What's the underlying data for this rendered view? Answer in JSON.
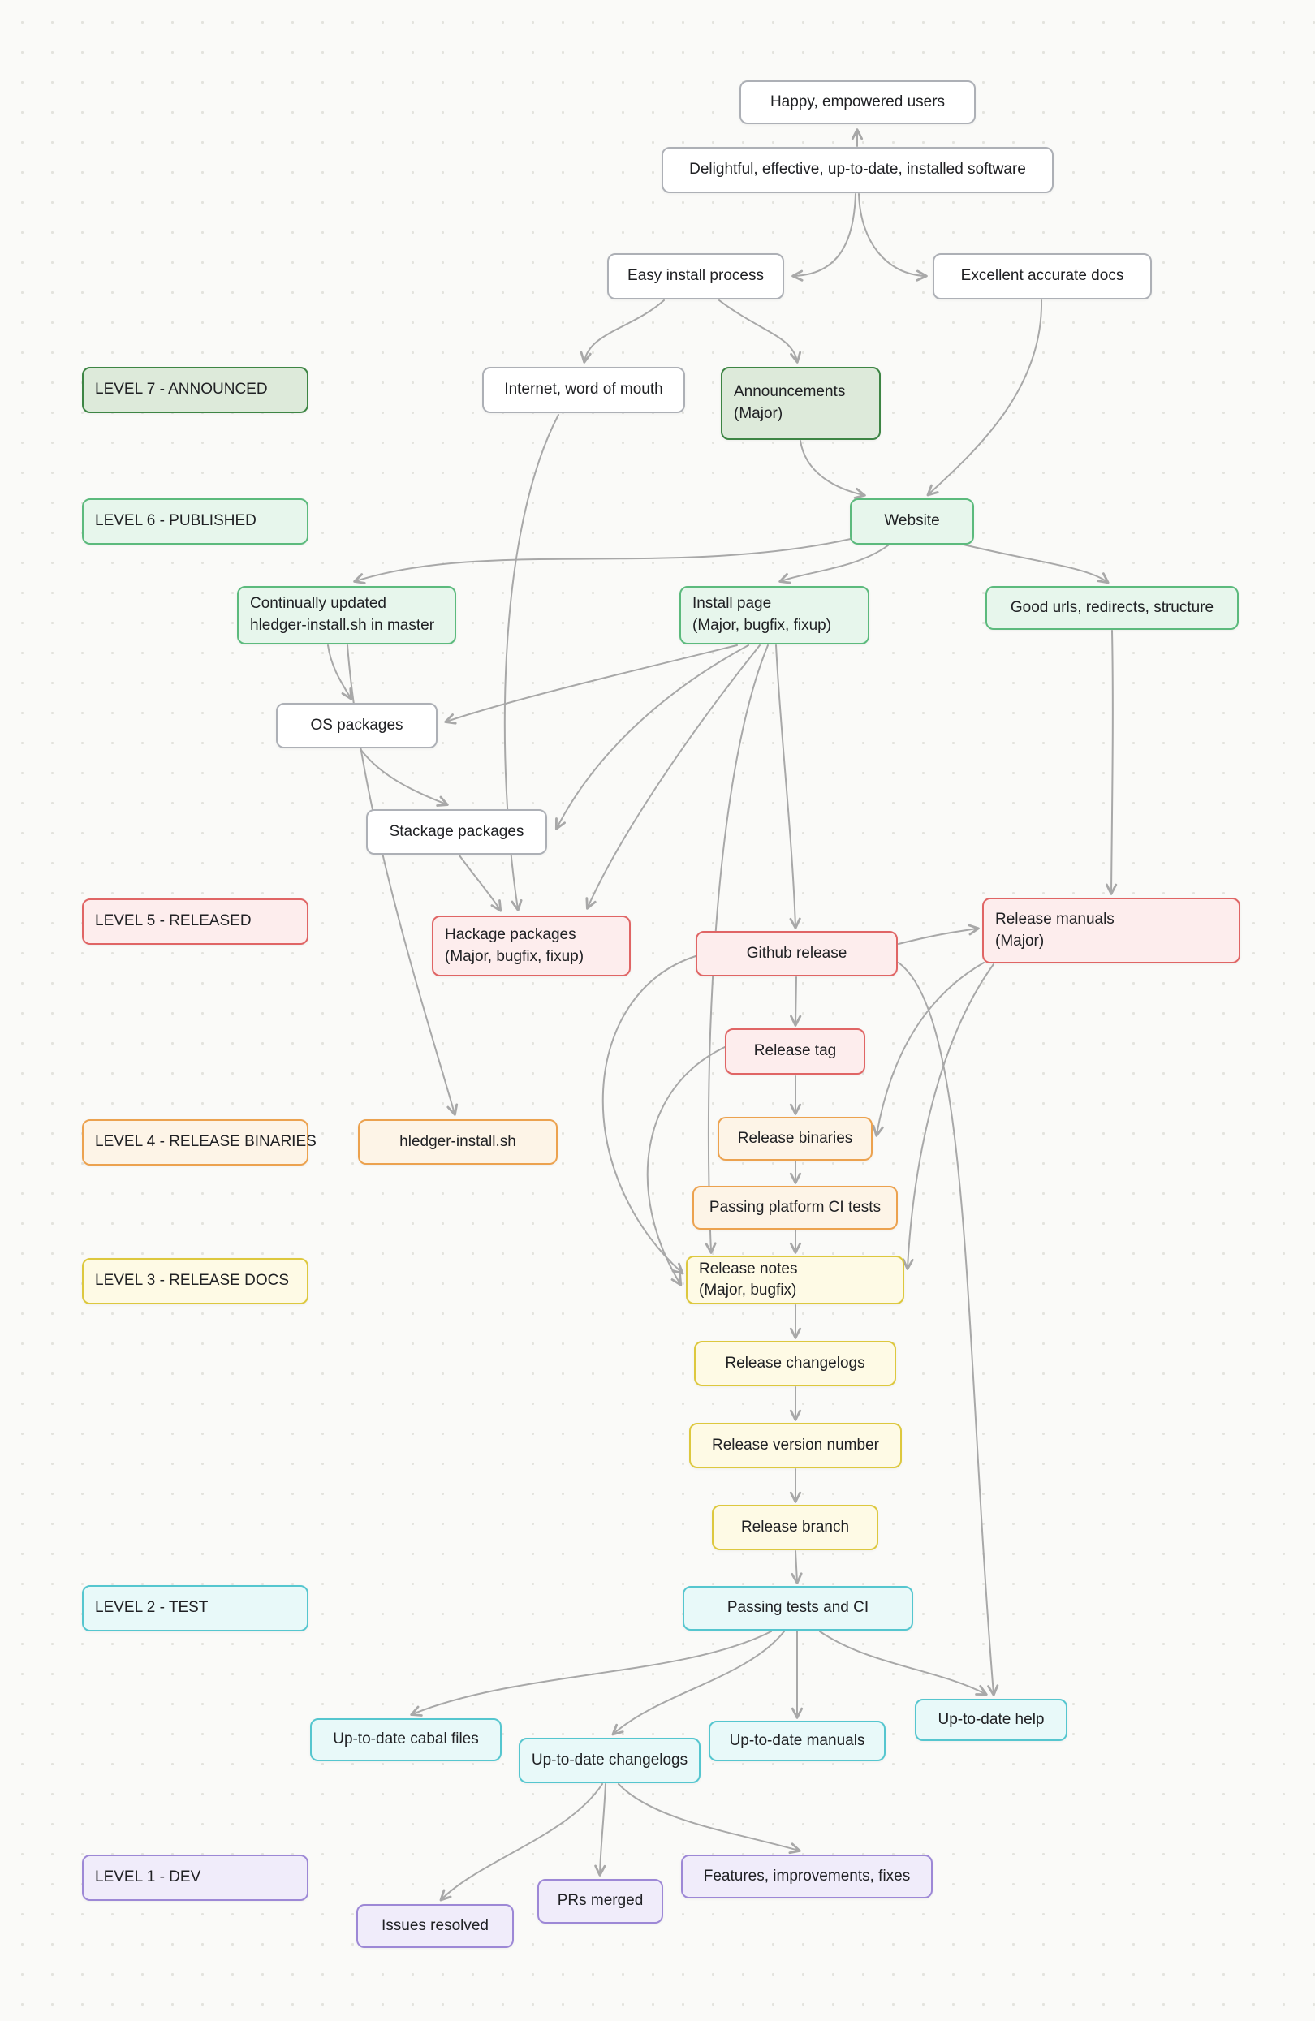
{
  "levels": {
    "level7": {
      "label": "LEVEL 7 - ANNOUNCED"
    },
    "level6": {
      "label": "LEVEL 6 - PUBLISHED"
    },
    "level5": {
      "label": "LEVEL 5 - RELEASED"
    },
    "level4": {
      "label": "LEVEL 4 - RELEASE BINARIES"
    },
    "level3": {
      "label": "LEVEL 3 - RELEASE DOCS"
    },
    "level2": {
      "label": "LEVEL 2 - TEST"
    },
    "level1": {
      "label": "LEVEL 1 - DEV"
    }
  },
  "nodes": {
    "happy": {
      "label": "Happy, empowered users"
    },
    "delightful": {
      "label": "Delightful, effective, up-to-date, installed software"
    },
    "easy_install": {
      "label": "Easy install process"
    },
    "excellent_docs": {
      "label": "Excellent accurate docs"
    },
    "internet": {
      "label": "Internet, word of mouth"
    },
    "announcements": {
      "line1": "Announcements",
      "line2": "(Major)"
    },
    "website": {
      "label": "Website"
    },
    "continually_updated": {
      "line1": "Continually updated",
      "line2": "hledger-install.sh in master"
    },
    "install_page": {
      "line1": "Install page",
      "line2": "(Major, bugfix, fixup)"
    },
    "good_urls": {
      "label": "Good urls, redirects, structure"
    },
    "os_packages": {
      "label": "OS packages"
    },
    "stackage": {
      "label": "Stackage packages"
    },
    "hackage": {
      "line1": "Hackage packages",
      "line2": "(Major, bugfix, fixup)"
    },
    "github_release": {
      "label": "Github release"
    },
    "release_manuals": {
      "line1": "Release manuals",
      "line2": "(Major)"
    },
    "release_tag": {
      "label": "Release tag"
    },
    "hledger_install_sh": {
      "label": "hledger-install.sh"
    },
    "release_binaries": {
      "label": "Release binaries"
    },
    "passing_platform_ci": {
      "label": "Passing platform CI tests"
    },
    "release_notes": {
      "line1": "Release notes",
      "line2": "(Major, bugfix)"
    },
    "release_changelogs": {
      "label": "Release changelogs"
    },
    "release_version": {
      "label": "Release version number"
    },
    "release_branch": {
      "label": "Release branch"
    },
    "passing_tests_ci": {
      "label": "Passing tests and CI"
    },
    "utd_cabal": {
      "label": "Up-to-date cabal files"
    },
    "utd_changelogs": {
      "label": "Up-to-date changelogs"
    },
    "utd_manuals": {
      "label": "Up-to-date manuals"
    },
    "utd_help": {
      "label": "Up-to-date help"
    },
    "features": {
      "label": "Features, improvements, fixes"
    },
    "prs_merged": {
      "label": "PRs merged"
    },
    "issues_resolved": {
      "label": "Issues resolved"
    }
  },
  "colors": {
    "level7_border": "#3d8544",
    "level7_fill": "#ddeada",
    "level6_border": "#5cba7d",
    "level6_fill": "#e7f6ec",
    "level5_border": "#e06565",
    "level5_fill": "#fdeded",
    "level4_border": "#eca24f",
    "level4_fill": "#fdf4e7",
    "level3_border": "#ddc83e",
    "level3_fill": "#fefae5",
    "level2_border": "#55c6cf",
    "level2_fill": "#e8f9f9",
    "level1_border": "#9d88d6",
    "level1_fill": "#f0ecfa",
    "plain_border": "#adb0b6",
    "plain_fill": "#ffffff",
    "edge": "#a8a8a8"
  }
}
